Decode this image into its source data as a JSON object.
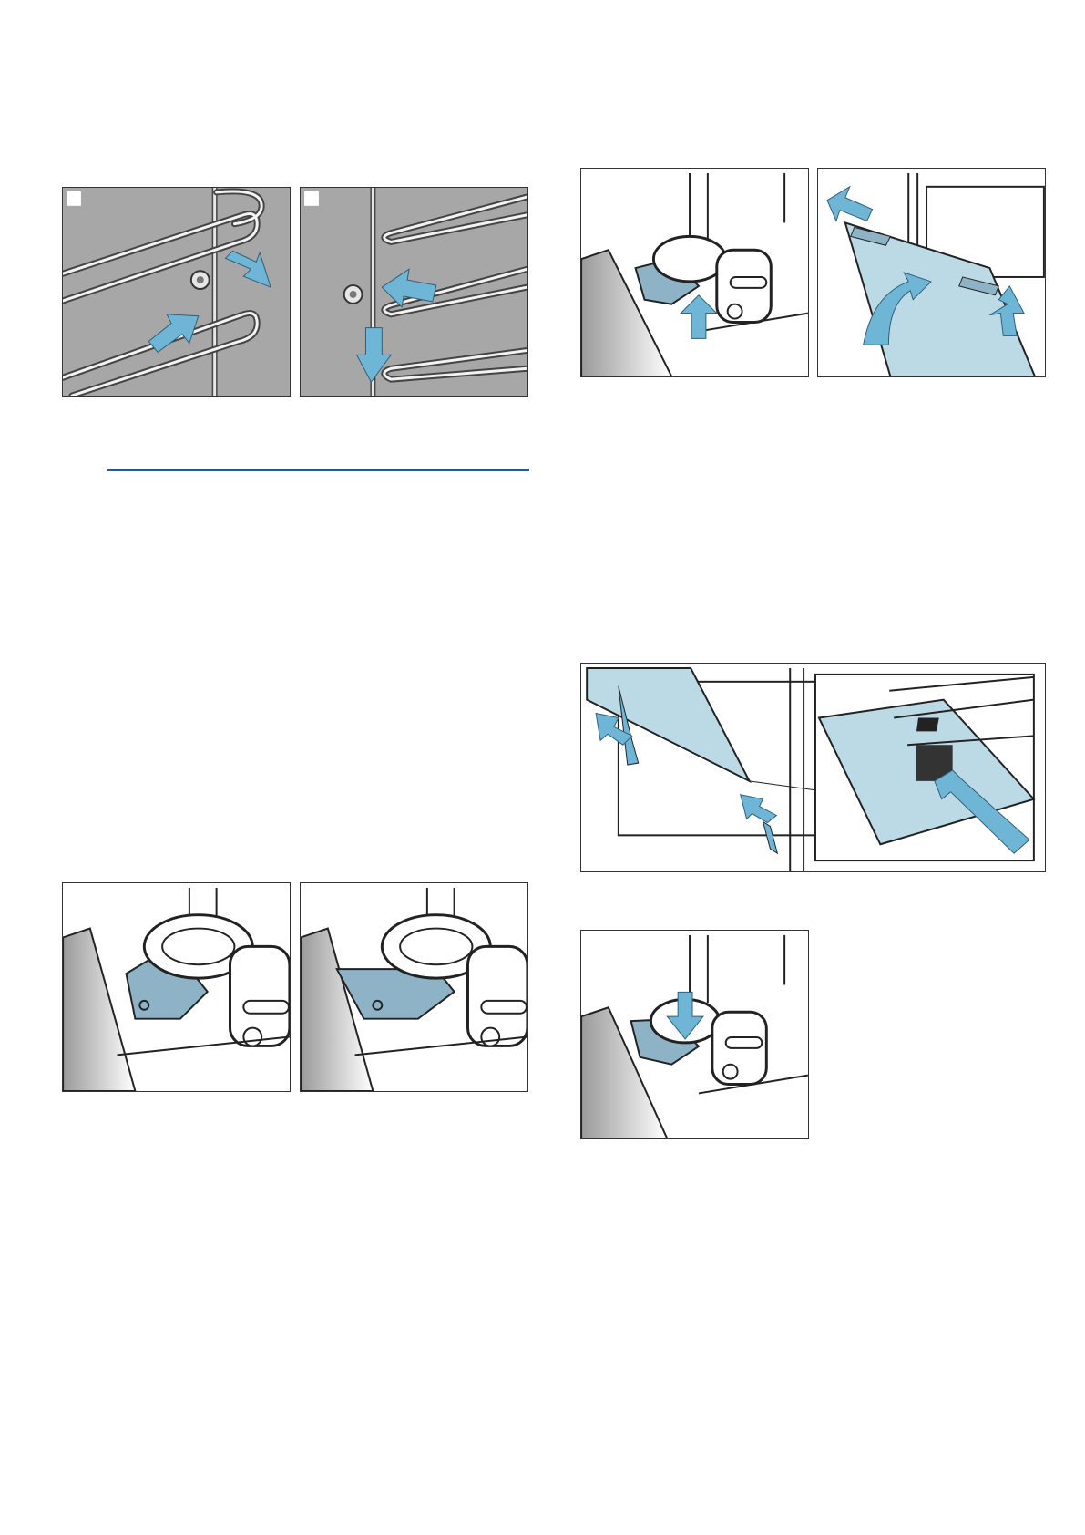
{
  "document": {
    "figures": [
      {
        "id": "fig-rack-1",
        "icon": "shelf-rack-unhook-icon"
      },
      {
        "id": "fig-rack-2",
        "icon": "shelf-rack-remove-icon"
      },
      {
        "id": "fig-hinge-lift",
        "icon": "hinge-lever-open-icon"
      },
      {
        "id": "fig-pane-lift",
        "icon": "glass-pane-lift-icon"
      },
      {
        "id": "fig-pane-insert",
        "icon": "glass-pane-insert-icon"
      },
      {
        "id": "fig-hinge-open",
        "icon": "hinge-lever-up-icon"
      },
      {
        "id": "fig-hinge-closed",
        "icon": "hinge-lever-down-icon"
      },
      {
        "id": "fig-hinge-press",
        "icon": "hinge-lever-press-icon"
      }
    ],
    "colors": {
      "accent_arrow": "#6fb6d6",
      "steel_blue": "#8fb3c6",
      "glass": "#bcd9e6",
      "panel_grey": "#a7a7a7",
      "rule_blue": "#2b5a8e"
    }
  }
}
